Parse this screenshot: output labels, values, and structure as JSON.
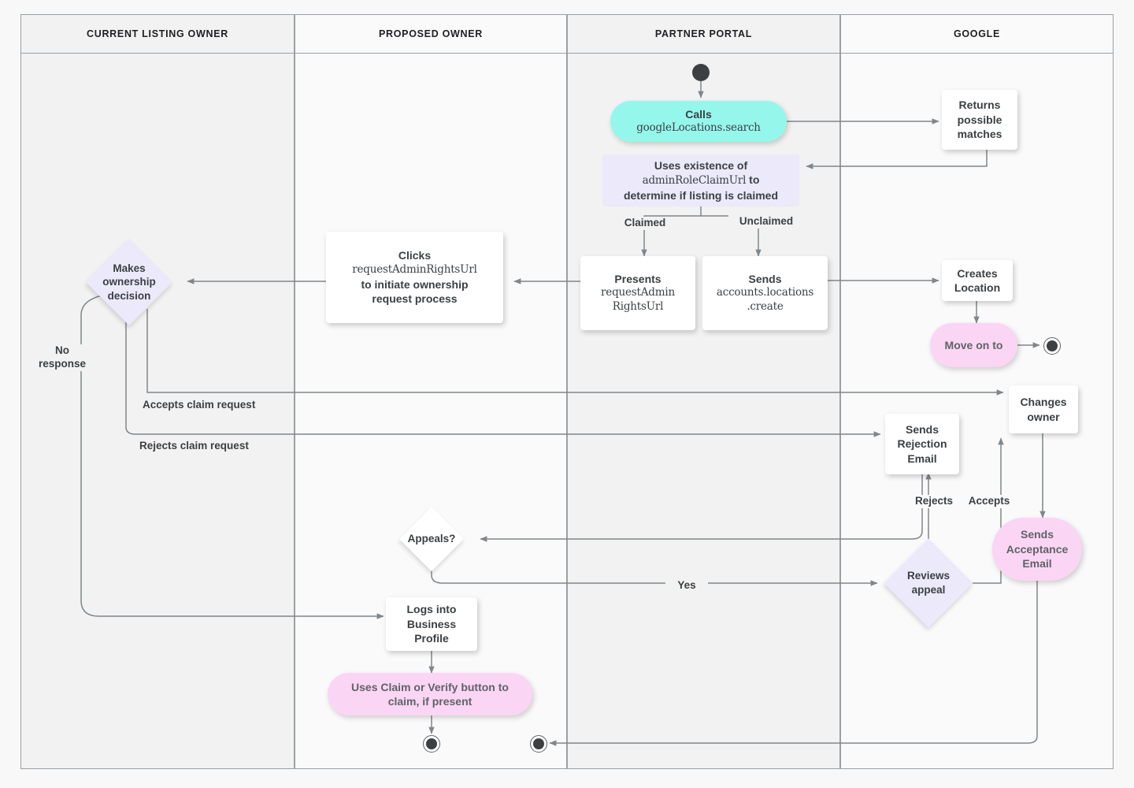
{
  "diagram": {
    "title": "Google Business Profile listing ownership transfer flow",
    "background": "#f8f8f8",
    "colors": {
      "lane_border": "#9aa0a6",
      "lane_head_bg": "#f2f2f2",
      "edge": "#80868b",
      "cyan": "#95f7ec",
      "pink": "#fbd5f4",
      "lavender": "#ece9fb",
      "text": "#3c4043"
    }
  },
  "lanes": [
    {
      "id": "current-listing-owner",
      "label": "CURRENT LISTING OWNER"
    },
    {
      "id": "proposed-owner",
      "label": "PROPOSED OWNER"
    },
    {
      "id": "partner-portal",
      "label": "PARTNER PORTAL"
    },
    {
      "id": "google",
      "label": "GOOGLE"
    }
  ],
  "nodes": {
    "start_partner": {
      "type": "start-terminal",
      "lane": "partner-portal"
    },
    "calls_search": {
      "type": "stadium",
      "lane": "partner-portal",
      "color": "cyan",
      "line1": "Calls",
      "line2": "googleLocations.search"
    },
    "returns_matches": {
      "type": "rect",
      "lane": "google",
      "text": "Returns\npossible\nmatches"
    },
    "uses_existence": {
      "type": "rect-lavender",
      "lane": "partner-portal",
      "line1": "Uses existence of",
      "line2": "adminRoleClaimUrl",
      "line2b": " to",
      "line3": "determine if listing is claimed"
    },
    "presents_url": {
      "type": "rect",
      "lane": "partner-portal",
      "line1": "Presents",
      "line2": "requestAdmin",
      "line3": "RightsUrl"
    },
    "sends_create": {
      "type": "rect",
      "lane": "partner-portal",
      "line1": "Sends",
      "line2": "accounts.locations",
      "line3": ".create"
    },
    "creates_location": {
      "type": "rect",
      "lane": "google",
      "text": "Creates\nLocation"
    },
    "move_on_to": {
      "type": "stadium",
      "lane": "google",
      "color": "pink",
      "text": "Move on to"
    },
    "end_google": {
      "type": "end-terminal",
      "lane": "google"
    },
    "clicks_url": {
      "type": "rect",
      "lane": "proposed-owner",
      "line1": "Clicks",
      "line2": "requestAdminRightsUrl",
      "line3": "to initiate ownership",
      "line4": "request process"
    },
    "makes_decision": {
      "type": "diamond",
      "lane": "current-listing-owner",
      "text": "Makes\nownership\ndecision"
    },
    "changes_owner": {
      "type": "rect",
      "lane": "google",
      "text": "Changes\nowner"
    },
    "sends_rejection": {
      "type": "rect",
      "lane": "google",
      "text": "Sends\nRejection\nEmail"
    },
    "sends_acceptance": {
      "type": "stadium",
      "lane": "google",
      "color": "pink",
      "text": "Sends\nAcceptance\nEmail"
    },
    "appeals": {
      "type": "diamond-white",
      "lane": "proposed-owner",
      "text": "Appeals?"
    },
    "reviews_appeal": {
      "type": "diamond",
      "lane": "google",
      "text": "Reviews\nappeal"
    },
    "logs_into": {
      "type": "rect",
      "lane": "proposed-owner",
      "text": "Logs into\nBusiness\nProfile"
    },
    "uses_claim_button": {
      "type": "stadium",
      "lane": "proposed-owner",
      "color": "pink",
      "line1": "Uses Claim or Verify button to",
      "line2": "claim, if present"
    },
    "end_proposed": {
      "type": "end-terminal",
      "lane": "proposed-owner"
    },
    "end_partner": {
      "type": "end-terminal",
      "lane": "partner-portal"
    }
  },
  "edge_labels": {
    "claimed": "Claimed",
    "unclaimed": "Unclaimed",
    "no_response_l1": "No",
    "no_response_l2": "response",
    "accepts_claim": "Accepts claim request",
    "rejects_claim": "Rejects claim request",
    "rejects": "Rejects",
    "accepts": "Accepts",
    "yes": "Yes"
  }
}
